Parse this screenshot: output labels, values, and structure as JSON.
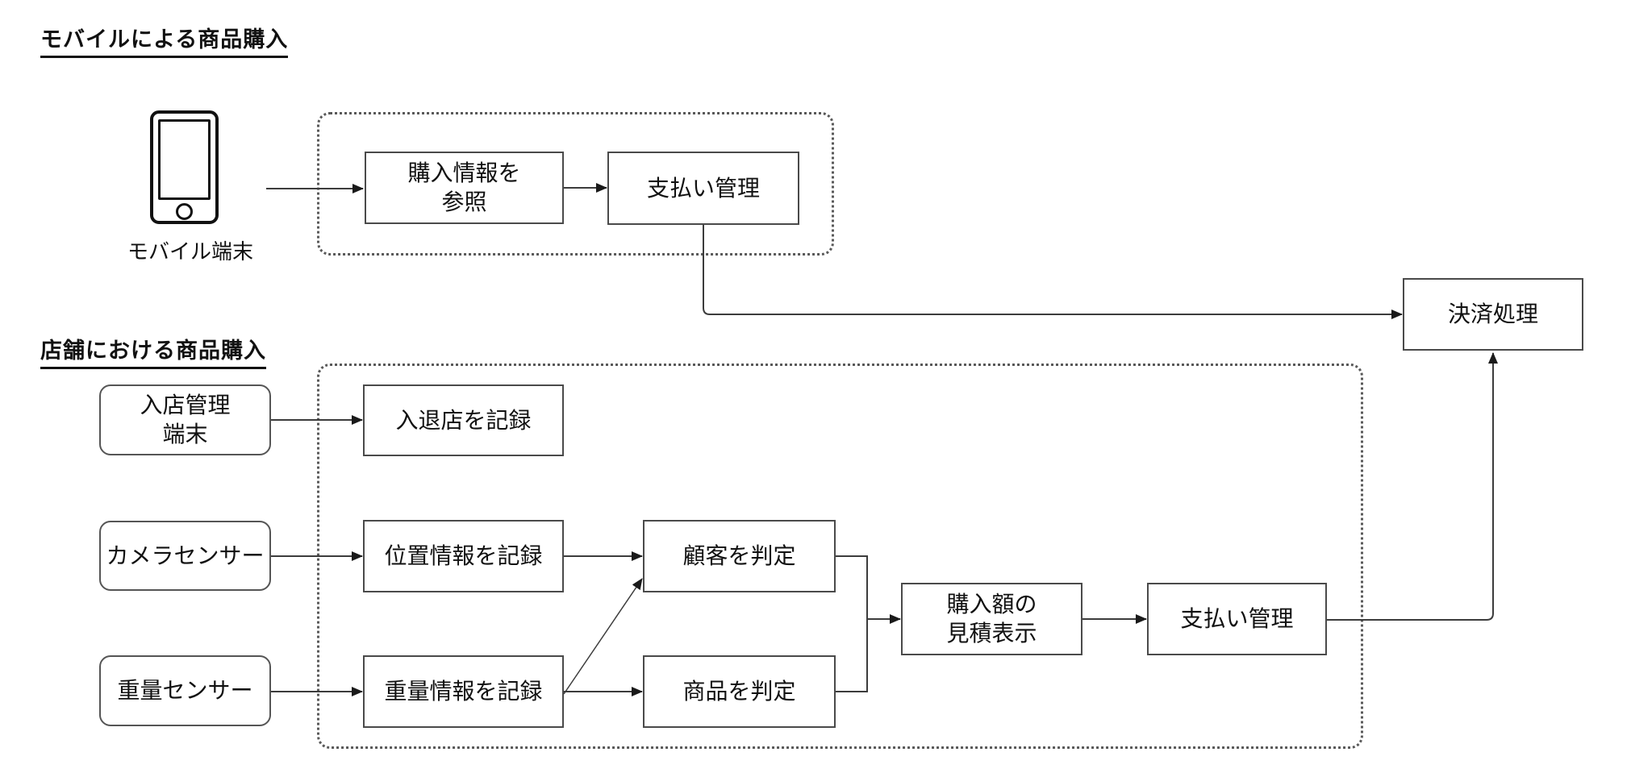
{
  "colors": {
    "line": "#3c3c3c",
    "box_border": "#4a4a4a",
    "dotted_border": "#595959",
    "text": "#111111",
    "background": "#ffffff"
  },
  "sections": {
    "mobile": {
      "title": "モバイルによる商品購入",
      "device": {
        "label": "モバイル端末"
      },
      "nodes": {
        "refer_purchase_info": {
          "label1": "購入情報を",
          "label2": "参照"
        },
        "payment_management": {
          "label": "支払い管理"
        }
      }
    },
    "store": {
      "title": "店舗における商品購入",
      "devices": {
        "entry_terminal": {
          "label1": "入店管理",
          "label2": "端末"
        },
        "camera_sensor": {
          "label": "カメラセンサー"
        },
        "weight_sensor": {
          "label": "重量センサー"
        }
      },
      "nodes": {
        "record_entry_exit": {
          "label": "入退店を記録"
        },
        "record_location": {
          "label": "位置情報を記録"
        },
        "record_weight": {
          "label": "重量情報を記録"
        },
        "identify_customer": {
          "label": "顧客を判定"
        },
        "identify_product": {
          "label": "商品を判定"
        },
        "estimate_display": {
          "label1": "購入額の",
          "label2": "見積表示"
        },
        "payment_management": {
          "label": "支払い管理"
        }
      }
    },
    "shared": {
      "settlement": {
        "label": "決済処理"
      }
    }
  }
}
